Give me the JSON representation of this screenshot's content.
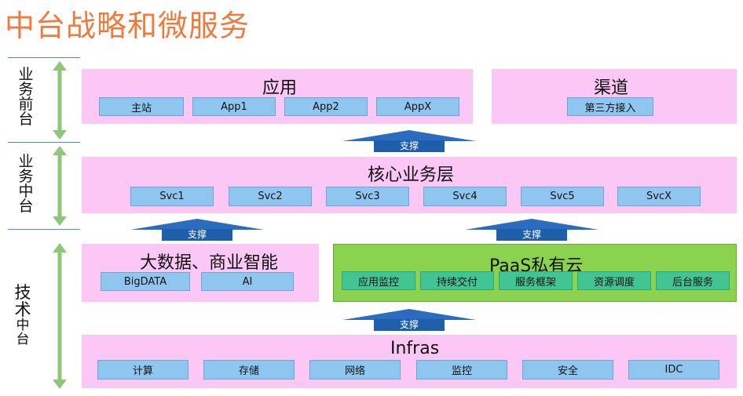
{
  "title": "中台战略和微服务",
  "tiers": {
    "front": [
      "业",
      "务",
      "前",
      "台"
    ],
    "middle": [
      "业",
      "务",
      "中",
      "台"
    ],
    "tech": [
      "技",
      "术",
      "中",
      "台"
    ]
  },
  "app_panel": {
    "title": "应用",
    "items": [
      "主站",
      "App1",
      "App2",
      "AppX"
    ]
  },
  "channel_panel": {
    "title": "渠道",
    "items": [
      "第三方接入"
    ]
  },
  "core_panel": {
    "title": "核心业务层",
    "items": [
      "Svc1",
      "Svc2",
      "Svc3",
      "Svc4",
      "Svc5",
      "SvcX"
    ]
  },
  "bigdata_panel": {
    "title": "大数据、商业智能",
    "items": [
      "BigDATA",
      "AI"
    ]
  },
  "paas_panel": {
    "title": "PaaS私有云",
    "items": [
      "应用监控",
      "持续交付",
      "服务框架",
      "资源调度",
      "后台服务"
    ]
  },
  "infra_panel": {
    "title": "Infras",
    "items": [
      "计算",
      "存储",
      "网络",
      "监控",
      "安全",
      "IDC"
    ]
  },
  "support_label": "支撑",
  "colors": {
    "title": "#f07a3c",
    "panel": "#fbc7f4",
    "box": "#8fc6f0",
    "paas": "#8bd24e",
    "paas_box": "#42c493",
    "arrow": "#1f5ea8"
  }
}
